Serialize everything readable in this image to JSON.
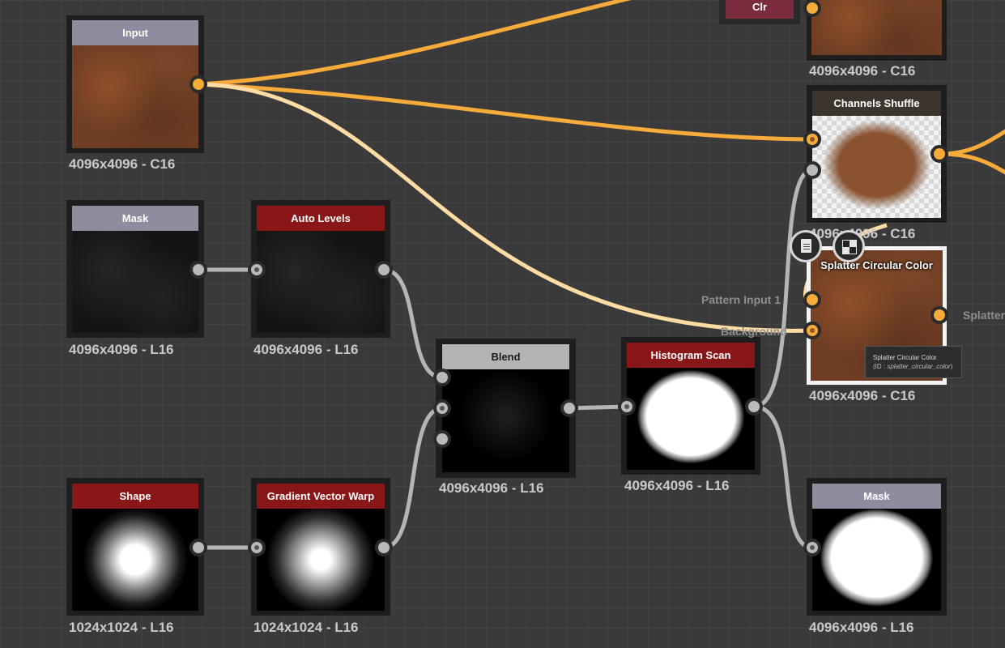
{
  "graph": {
    "nodes": {
      "input": {
        "title": "Input",
        "size": "4096x4096 - C16"
      },
      "mask_top": {
        "title": "Mask",
        "size": "4096x4096 - L16"
      },
      "auto_levels": {
        "title": "Auto Levels",
        "size": "4096x4096 - L16"
      },
      "shape": {
        "title": "Shape",
        "size": "1024x1024 - L16"
      },
      "gradient_vector_warp": {
        "title": "Gradient Vector Warp",
        "size": "1024x1024 - L16"
      },
      "blend": {
        "title": "Blend",
        "size": "4096x4096 - L16"
      },
      "histogram_scan": {
        "title": "Histogram Scan",
        "size": "4096x4096 - L16"
      },
      "clr": {
        "title": "Clr",
        "size": "4096x4096 - C16"
      },
      "channels_shuffle": {
        "title": "Channels Shuffle",
        "size": "4096x4096 - C16"
      },
      "splatter_circular_color": {
        "title": "Splatter Circular Color",
        "size": "4096x4096 - C16",
        "input_pattern": "Pattern Input 1",
        "input_background": "Background",
        "output": "Splatter"
      },
      "mask_bottom": {
        "title": "Mask",
        "size": "4096x4096 - L16"
      }
    },
    "tooltip": {
      "title": "Splatter Circular Color",
      "id_label": "(ID : ",
      "id_value": "splatter_circular_color",
      "id_close": ")"
    }
  },
  "icons": {
    "doc_button": "document-icon",
    "checker_button": "checker-icon"
  },
  "colors": {
    "canvas": "#3a3a3a",
    "color_wire": "#f6ab3b",
    "gray_wire": "#b5b5b5",
    "red_header": "#8a1717",
    "grey_header": "#8e8c9e"
  }
}
